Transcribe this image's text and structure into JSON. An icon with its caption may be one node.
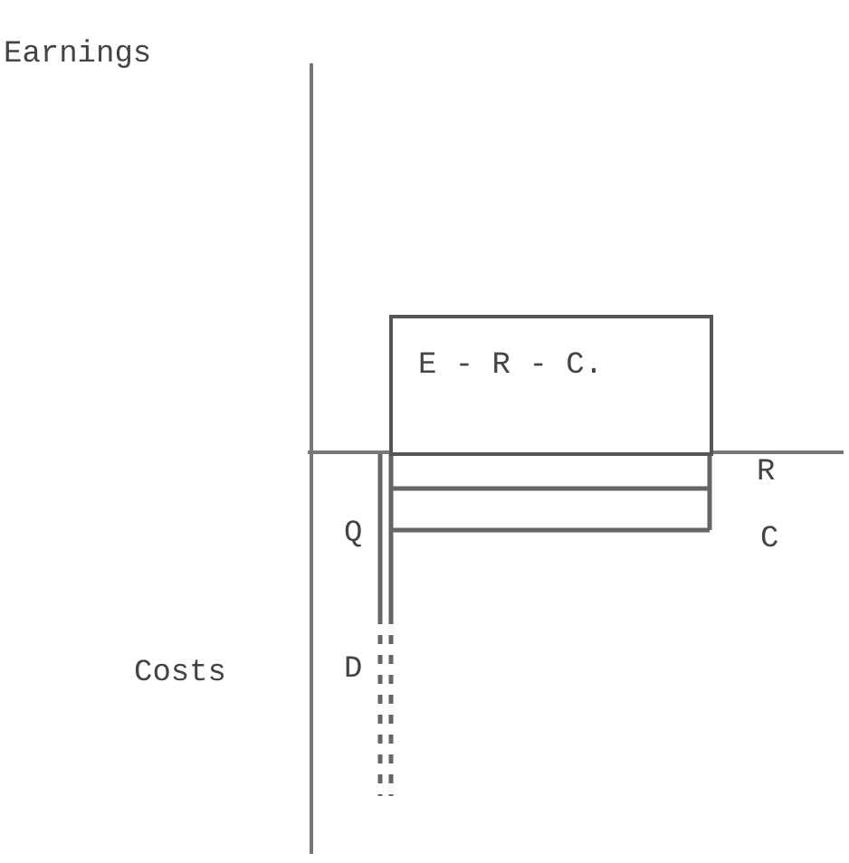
{
  "diagram": {
    "nodes": [
      {
        "text": [
          "E - R - C."
        ]
      }
    ],
    "labels": [
      "Earnings",
      "R",
      "Q",
      "C",
      "Costs",
      "D"
    ]
  }
}
